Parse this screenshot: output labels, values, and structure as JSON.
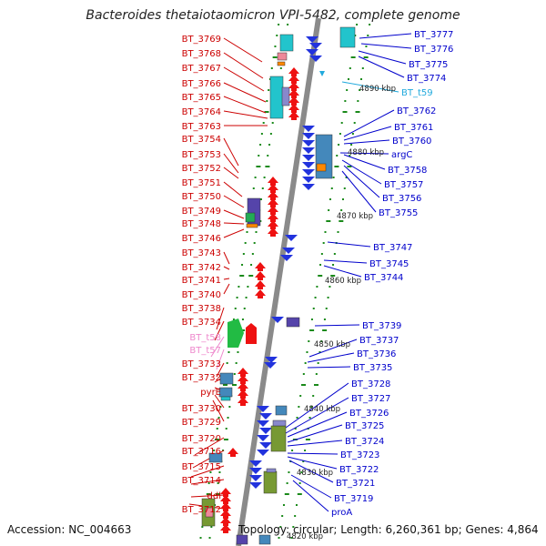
{
  "title": "Bacteroides thetaiotaomicron VPI-5482, complete genome",
  "accession": "Accession: NC_004663",
  "topology": "Topology: circular; Length: 6,260,361 bp; Genes: 4,864",
  "colors": {
    "left_label": "#cc0000",
    "right_label": "#0000cc",
    "trna_left": "#ee88cc",
    "trna_right": "#22aadd",
    "backbone": "#888888",
    "ticks": "#1a8a1a"
  },
  "kbp_marks": [
    "4890 kbp",
    "4880 kbp",
    "4870 kbp",
    "4860 kbp",
    "4850 kbp",
    "4840 kbp",
    "4830 kbp",
    "4820 kbp"
  ],
  "left_genes": [
    "BT_3769",
    "BT_3768",
    "BT_3767",
    "BT_3766",
    "BT_3765",
    "BT_3764",
    "BT_3763",
    "BT_3754",
    "BT_3753",
    "BT_3752",
    "BT_3751",
    "BT_3750",
    "BT_3749",
    "BT_3748",
    "BT_3746",
    "BT_3743",
    "BT_3742",
    "BT_3741",
    "BT_3740",
    "BT_3738",
    "BT_3734",
    "BT_t58",
    "BT_t57",
    "BT_3733",
    "BT_3732",
    "pyrE",
    "BT_3730",
    "BT_3729",
    "BT_3720",
    "BT_3716",
    "BT_3715",
    "BT_3714",
    "ddl",
    "BT_3712"
  ],
  "right_genes": [
    "BT_3777",
    "BT_3776",
    "BT_3775",
    "BT_3774",
    "BT_t59",
    "BT_3762",
    "BT_3761",
    "BT_3760",
    "argC",
    "BT_3758",
    "BT_3757",
    "BT_3756",
    "BT_3755",
    "BT_3747",
    "BT_3745",
    "BT_3744",
    "BT_3739",
    "BT_3737",
    "BT_3736",
    "BT_3735",
    "BT_3728",
    "BT_3727",
    "BT_3726",
    "BT_3725",
    "BT_3724",
    "BT_3723",
    "BT_3722",
    "BT_3721",
    "BT_3719",
    "proA"
  ]
}
